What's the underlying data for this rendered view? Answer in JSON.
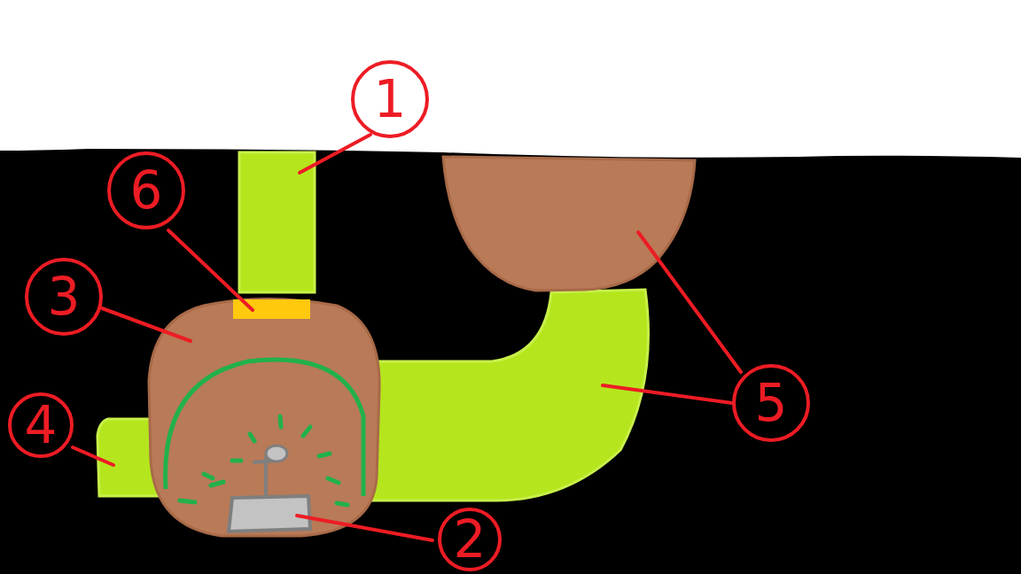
{
  "diagram": {
    "labels": [
      "1",
      "6",
      "3",
      "5",
      "4",
      "2"
    ]
  }
}
